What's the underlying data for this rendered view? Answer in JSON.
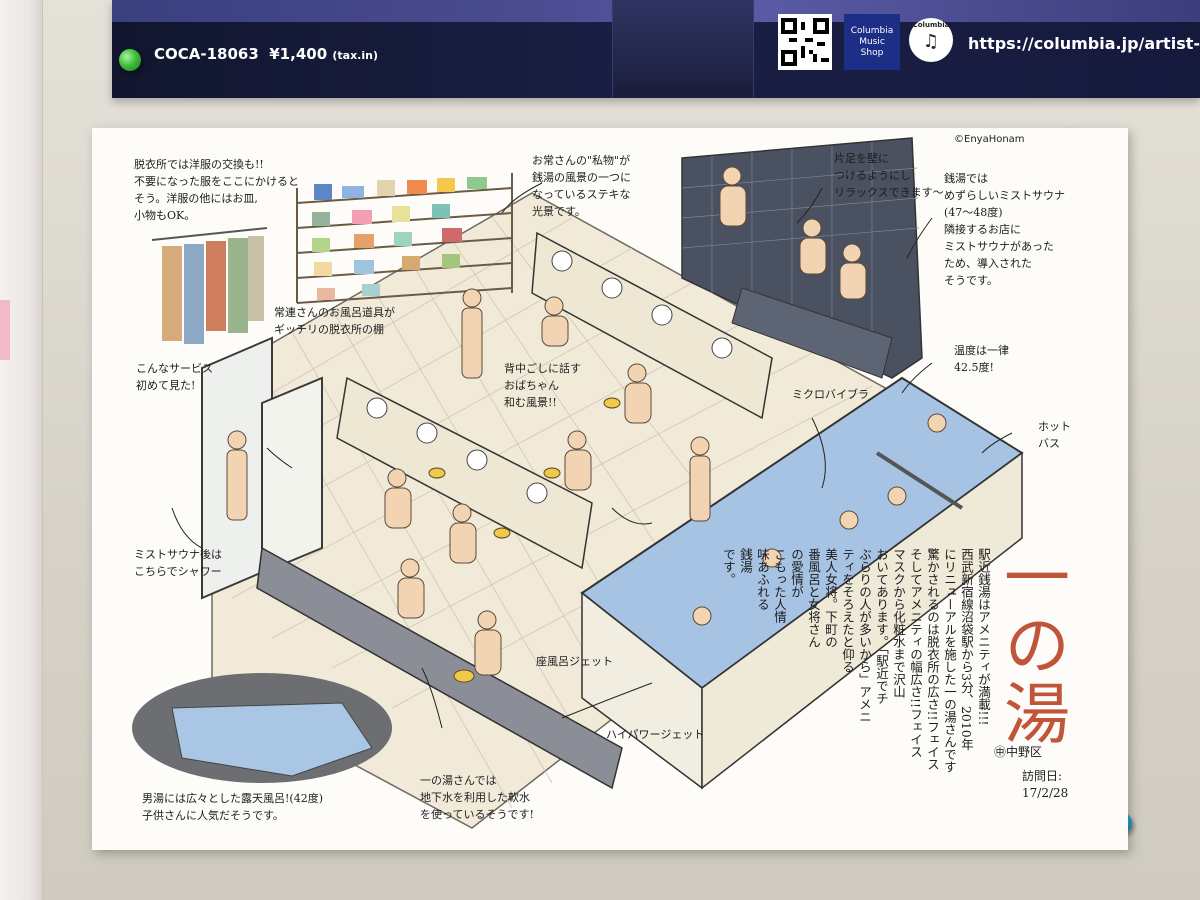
{
  "poster": {
    "catalog_number": "COCA-18063",
    "price": "¥1,400",
    "tax_note": "(tax.in)",
    "shop_label_line1": "Columbia",
    "shop_label_line2": "Music",
    "shop_label_line3": "Shop",
    "url": "https://columbia.jp/artist-info/ta"
  },
  "sheet": {
    "credit": "©EnyaHonam",
    "title": "一の湯",
    "ward": "㊥中野区",
    "visit_date": "訪問日:\n17/2/28",
    "notes": {
      "dressing_room_swap": "脱衣所では洋服の交換も!!\n不要になった服をここにかけると\nそう。洋服の他にはお皿,\n小物もOK。",
      "service_first_time": "こんなサービス\n初めて見た!",
      "regular_customers_bath_items": "常連さんのお風呂道具が\nギッチリの脱衣所の棚",
      "regulars_painting": "お常さんの\"私物\"が\n銭湯の風景の一つに\nなっているステキな\n光景です。",
      "sauna_relax": "片足を壁に\nつけるようにし\nリラックスできます〜",
      "mist_sauna": "銭湯では\nめずらしいミストサウナ\n(47〜48度)\n隣接するお店に\nミストサウナがあった\nため、導入された\nそうです。",
      "back_washing": "背中ごしに話す\nおばちゃん\n和む風景!!",
      "micro_bubble": "ミクロバイブラ",
      "bath_temp": "温度は一律\n42.5度!",
      "hot_bath": "ホット\nバス",
      "mist_shower": "ミストサウナ後は\nこちらでシャワー",
      "seat_jet": "座風呂ジェット",
      "high_power_jet": "ハイパワージェット",
      "soft_water": "一の湯さんでは\n地下水を利用した軟水\nを使っているそうです!",
      "outdoor_bath": "男湯には広々とした露天風呂!(42度)\n子供さんに人気だそうです。",
      "main_text": "駅近銭湯はアメニティが満載!!!\n西武新宿線沼袋駅から3分、2010年\nにリニューアルを施した一の湯さんです\n驚かされるのは脱衣所の広さ!!フェイス\nそしてアメニティの幅広さ!!フェイス\nマスクから化粧水まで沢山\nおいてあります。「駅近でチ\nぶらりの人が多いから」アメニ\nティをそろえたと仰る\n美人女将。下町の\n番風呂と女将さん\nの愛情が\nこもった人情\n味あふれる\n銭湯\nです。"
    }
  },
  "colors": {
    "poster_navy": "#161a3b",
    "shop_blue": "#1c2e86",
    "title_red": "#c0553a",
    "water_blue": "#a7c3e4",
    "tile_cream": "#f2ead9"
  }
}
